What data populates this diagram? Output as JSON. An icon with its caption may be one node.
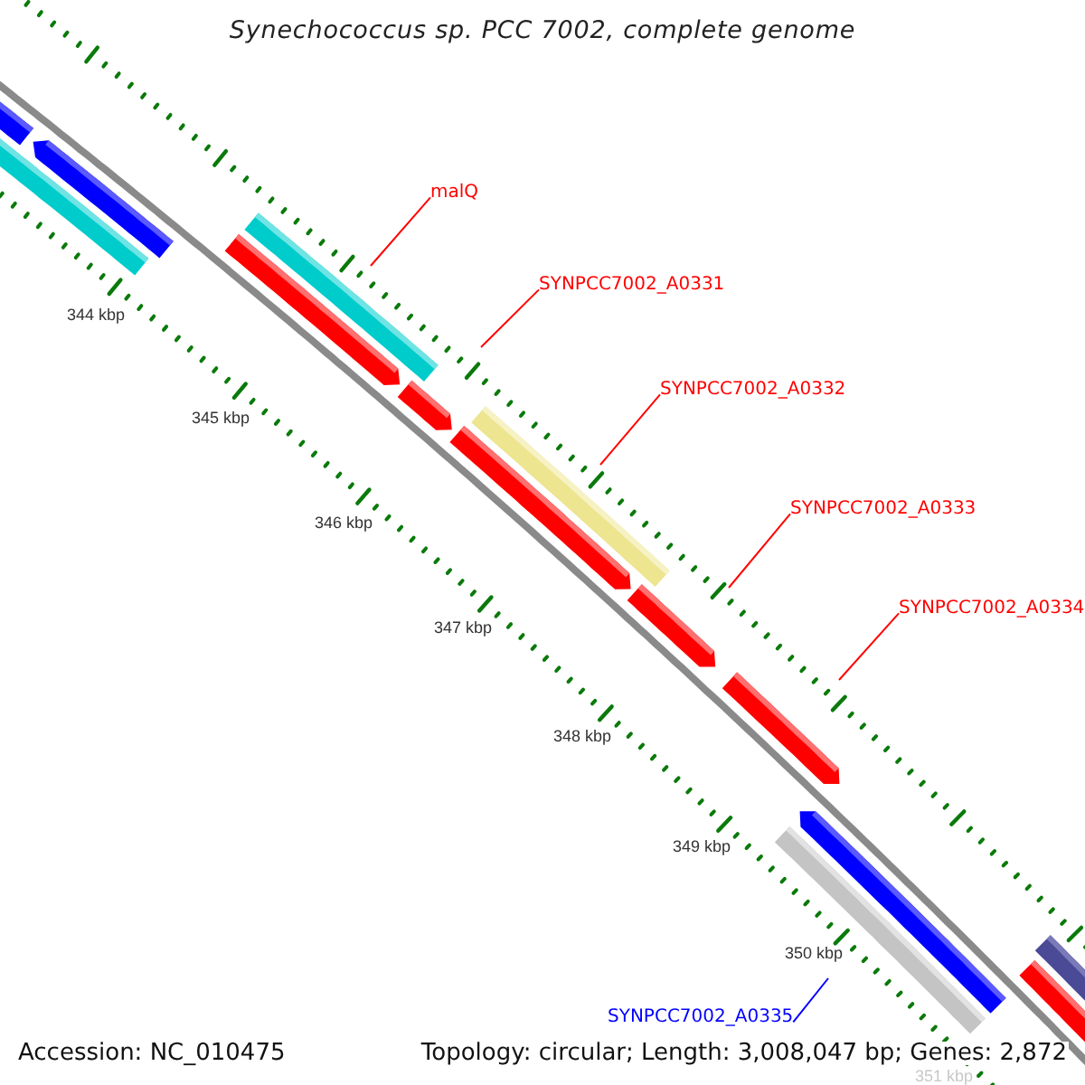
{
  "diagram": {
    "title": "Synechococcus sp. PCC 7002, complete genome",
    "nodes": [
      {
        "text": [
          "malQ"
        ]
      },
      {
        "text": [
          "SYNPCC7002_A0331"
        ]
      },
      {
        "text": [
          "SYNPCC7002_A0332"
        ]
      },
      {
        "text": [
          "SYNPCC7002_A0333"
        ]
      },
      {
        "text": [
          "SYNPCC7002_A0334"
        ]
      },
      {
        "text": [
          "SYNPCC7002_A0335"
        ]
      }
    ],
    "edges": [
      {
        "from": 0,
        "to": null,
        "arrow": "none"
      },
      {
        "from": 1,
        "to": null,
        "arrow": "none"
      },
      {
        "from": 2,
        "to": null,
        "arrow": "none"
      },
      {
        "from": 3,
        "to": null,
        "arrow": "none"
      },
      {
        "from": 4,
        "to": null,
        "arrow": "none"
      },
      {
        "from": 5,
        "to": null,
        "arrow": "none",
        "color": "#0000ff"
      }
    ],
    "labels": [
      "344 kbp",
      "345 kbp",
      "346 kbp",
      "347 kbp",
      "348 kbp",
      "349 kbp",
      "350 kbp",
      "351 kbp",
      "Accession: NC_010475",
      "Topology: circular; Length: 3,008,047 bp; Genes: 2,872"
    ]
  }
}
